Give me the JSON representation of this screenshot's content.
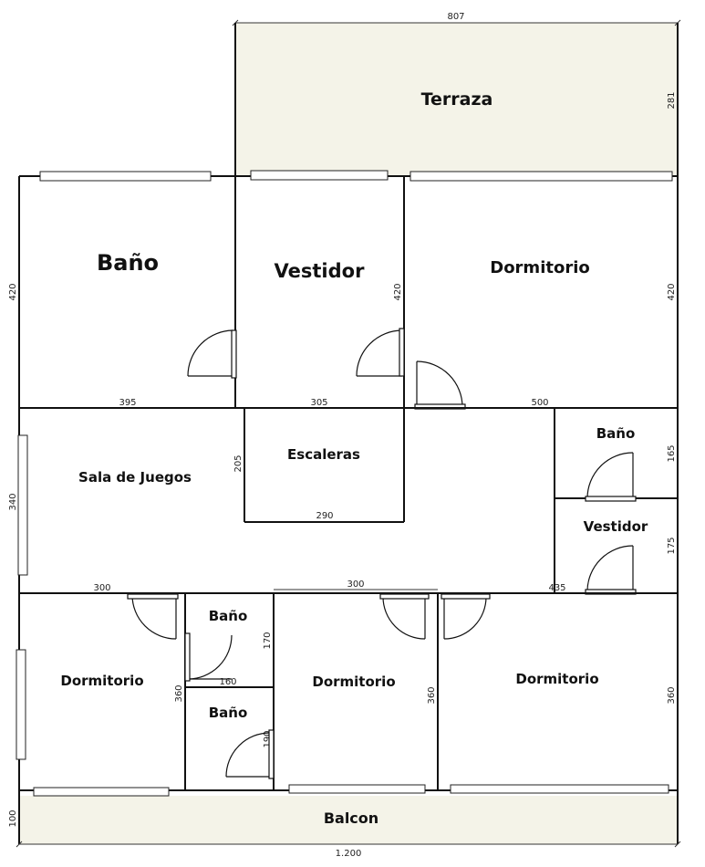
{
  "rooms": {
    "terraza": "Terraza",
    "bano_big": "Baño",
    "vestidor_top": "Vestidor",
    "dormitorio_top": "Dormitorio",
    "escaleras": "Escaleras",
    "sala_juegos": "Sala de Juegos",
    "bano_right": "Baño",
    "vestidor_right": "Vestidor",
    "dormitorio_left": "Dormitorio",
    "bano_small_1": "Baño",
    "bano_small_2": "Baño",
    "dormitorio_mid": "Dormitorio",
    "dormitorio_right": "Dormitorio",
    "balcon": "Balcon"
  },
  "dimensions": {
    "terraza_width": "807",
    "terraza_height": "281",
    "row1_left_height": "420",
    "row1_mid_height": "420",
    "row1_right_height": "420",
    "bano_width": "395",
    "vestidor_width": "305",
    "dormitorio_width": "500",
    "escaleras_height": "205",
    "escaleras_width": "290",
    "sala_height": "340",
    "bano_right_height": "165",
    "vestidor_right_height": "175",
    "row3_left_width": "300",
    "row3_mid_width": "300",
    "row3_right_width": "435",
    "bano_small_height": "170",
    "bano_small_width": "160",
    "dorm_left_height": "360",
    "dorm_mid_height": "360",
    "dorm_right_height": "360",
    "bano_small2_height": "190",
    "balcon_height": "100",
    "total_width": "1.200"
  }
}
